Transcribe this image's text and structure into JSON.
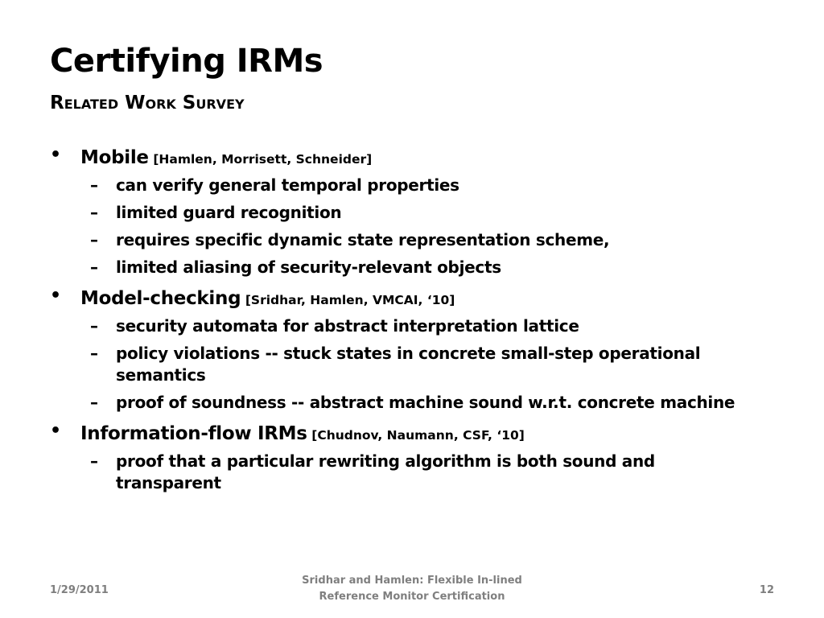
{
  "slide": {
    "title": "Certifying IRMs",
    "subtitle": "Related Work Survey"
  },
  "sections": [
    {
      "heading": "Mobile",
      "citation": "[Hamlen, Morrisett, Schneider]",
      "items": [
        "can verify general temporal properties",
        "limited guard recognition",
        "requires specific dynamic state representation scheme,",
        "limited aliasing of security-relevant objects"
      ]
    },
    {
      "heading": "Model-checking",
      "citation": "[Sridhar, Hamlen, VMCAI, ‘10]",
      "items": [
        "security automata for abstract interpretation lattice",
        "policy violations -- stuck states in concrete small-step operational semantics",
        "proof of soundness -- abstract machine sound w.r.t. concrete machine"
      ]
    },
    {
      "heading": "Information-flow IRMs",
      "citation": "[Chudnov, Naumann, CSF, ‘10]",
      "items": [
        "proof that a particular rewriting algorithm is both sound and transparent"
      ]
    }
  ],
  "footer": {
    "date": "1/29/2011",
    "center_line1": "Sridhar and Hamlen: Flexible In-lined",
    "center_line2": "Reference Monitor Certification",
    "page": "12"
  },
  "bullet_glyph": "•",
  "dash_glyph": "–"
}
